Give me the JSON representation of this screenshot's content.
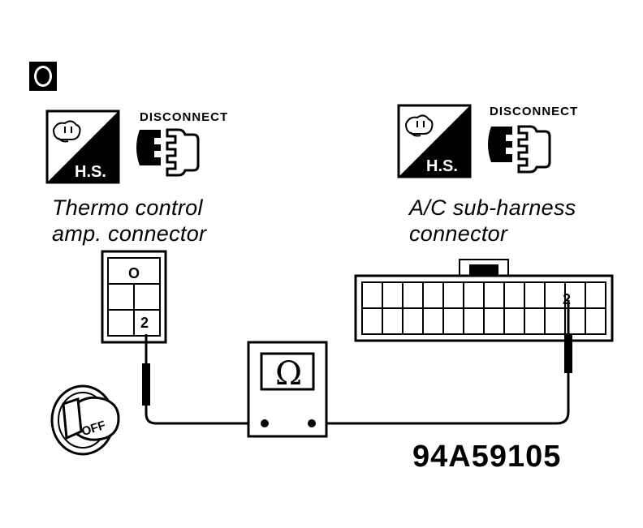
{
  "step_badge": "O",
  "left_panel": {
    "hs_label": "H.S.",
    "disconnect_label": "DISCONNECT",
    "connector_label_line1": "Thermo control",
    "connector_label_line2": "amp. connector",
    "top_cell_symbol": "O",
    "pin_label": "2"
  },
  "right_panel": {
    "hs_label": "H.S.",
    "disconnect_label": "DISCONNECT",
    "connector_label_line1": "A/C sub-harness",
    "connector_label_line2": "connector",
    "pin_label": "2"
  },
  "meter": {
    "symbol": "Ω"
  },
  "ignition": {
    "position_label": "OFF"
  },
  "figure_code": "94A59105"
}
